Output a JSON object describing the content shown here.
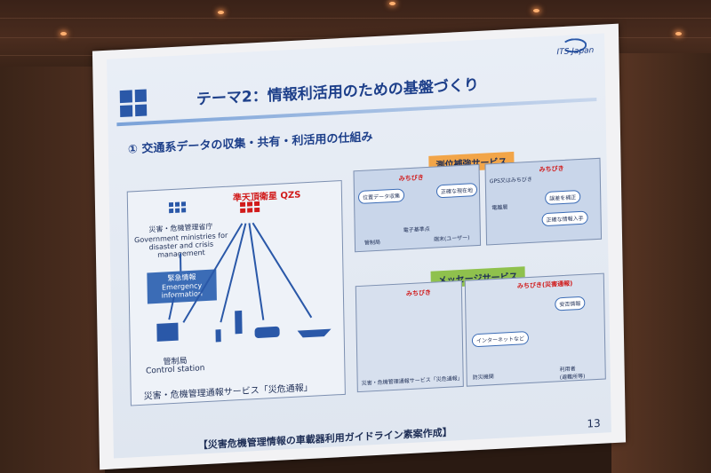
{
  "slide": {
    "title": "テーマ2：情報利活用のための基盤づくり",
    "brand": "ITS Japan",
    "subtitle": "① 交通系データの収集・共有・利活用の仕組み",
    "footer": "【災害危機管理情報の車載器利用ガイドライン素案作成】",
    "page_number": "13"
  },
  "left_panel": {
    "satellite_label": "準天頂衛星 QZS",
    "ministry_ja": "災害・危機管理省庁",
    "ministry_en": "Government ministries for disaster and crisis management",
    "emergency_ja": "緊急情報",
    "emergency_en": "Emergency information",
    "station_ja": "管制局",
    "station_en": "Control station",
    "caption": "災害・危機管理通報サービス「災危通報」"
  },
  "right_panels": {
    "positioning_tag": "測位補強サービス",
    "message_tag": "メッセージサービス",
    "michibiki": "みちびき",
    "gps_label": "GPS又はみちびき",
    "collect_label": "位置データ収集",
    "accurate_pos": "正確な現在地",
    "ref_point": "電子基準点",
    "control": "管制局",
    "user": "端末(ユーザー)",
    "error_fix": "誤差を補正",
    "accurate_info": "正確な情報入手",
    "ionosphere": "電離層",
    "michibiki_disaster": "みちびき(災害通報)",
    "safety_info": "安否情報",
    "internet": "インターネットなど",
    "disaster_agency": "防災機関",
    "users": "利用者\n(避難所等)",
    "bottom_caption": "災害・危機管理通報サービス「災危通報」"
  },
  "colors": {
    "title_blue": "#1d3f8a",
    "accent_blue": "#3b6cb6",
    "satellite_red": "#d11a1a",
    "tag_orange": "#f2a548",
    "tag_green": "#8fc14d"
  }
}
